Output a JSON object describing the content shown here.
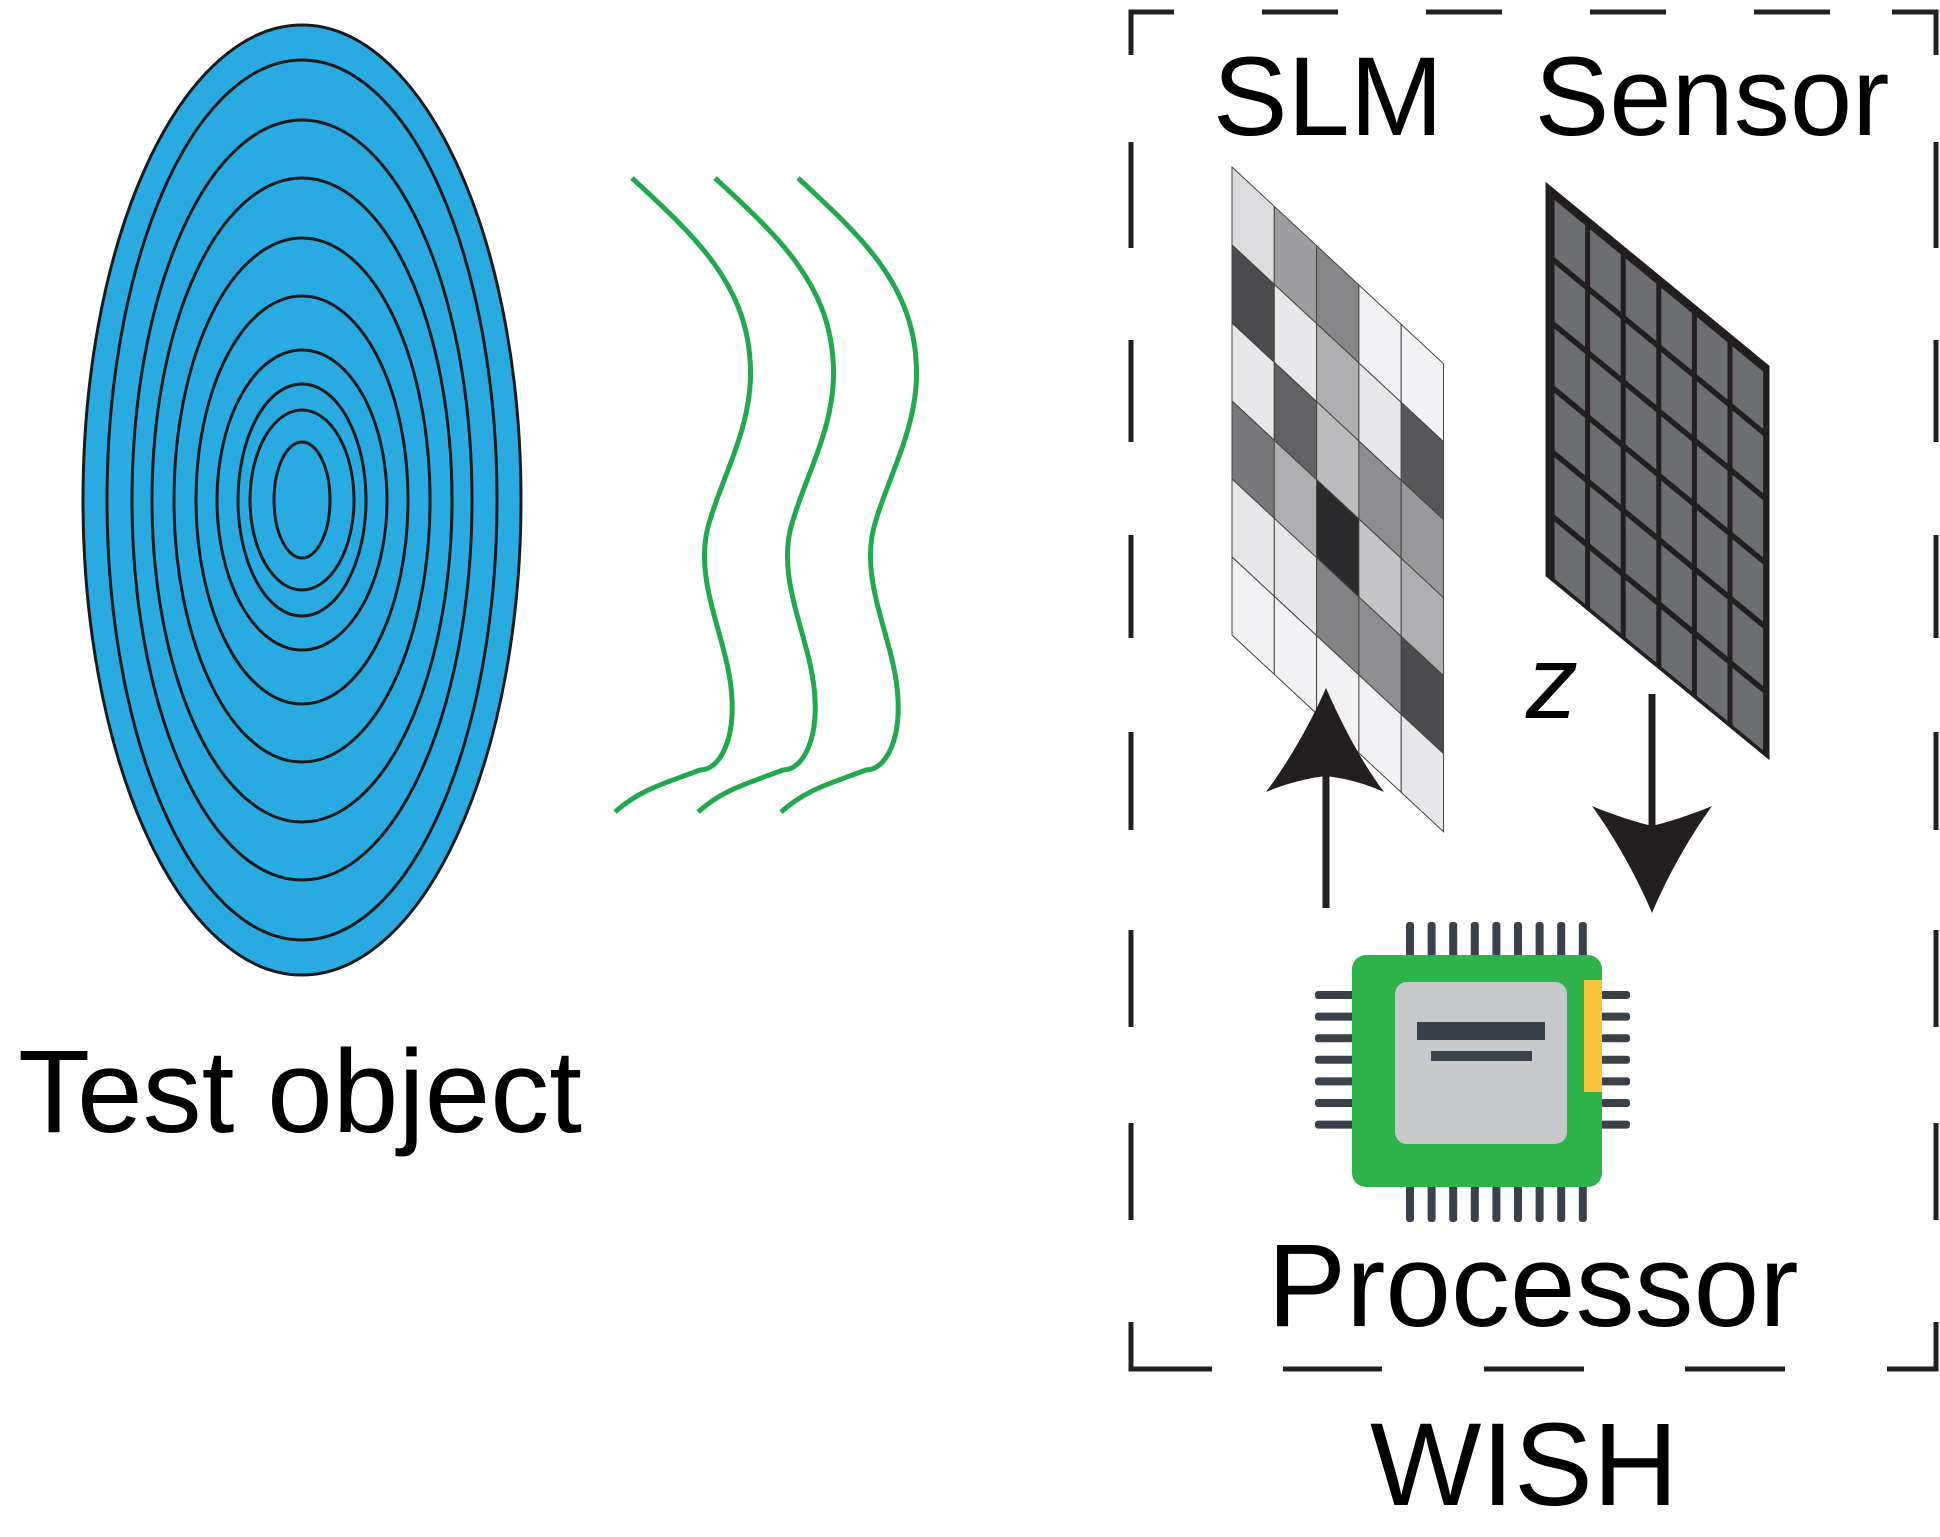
{
  "labels": {
    "test_object": "Test object",
    "slm": "SLM",
    "sensor": "Sensor",
    "z": "z",
    "processor": "Processor",
    "wish": "WISH"
  },
  "colors": {
    "object_fill": "#29abe2",
    "ring_stroke": "#1a1a1a",
    "wave": "#22a84f",
    "slm_grid_stroke": "#444444",
    "sensor_fill": "#6d6e71",
    "sensor_stroke": "#231f20",
    "chip_board": "#2db34a",
    "chip_board_edge": "#1f9a3c",
    "chip_die": "#c7c8ca",
    "chip_pins": "#3a414a",
    "chip_marker": "#f7c43c",
    "box_dash": "#231f20",
    "arrow": "#231f20"
  },
  "icons": {
    "test_object": "concentric-ellipse-object-icon",
    "wavefronts": "wavefront-icon",
    "slm": "slm-pixel-grid-icon",
    "sensor": "sensor-grid-icon",
    "processor": "processor-chip-icon"
  },
  "slm_pixel_gray_levels": [
    [
      0.9,
      0.62,
      0.52,
      1.0,
      1.0
    ],
    [
      0.25,
      0.95,
      0.7,
      0.95,
      0.3
    ],
    [
      0.95,
      0.35,
      0.75,
      0.55,
      0.6
    ],
    [
      0.45,
      0.7,
      0.1,
      0.8,
      0.7
    ],
    [
      0.95,
      0.95,
      0.5,
      0.55,
      0.25
    ],
    [
      1.0,
      1.0,
      1.0,
      1.0,
      0.95
    ]
  ]
}
